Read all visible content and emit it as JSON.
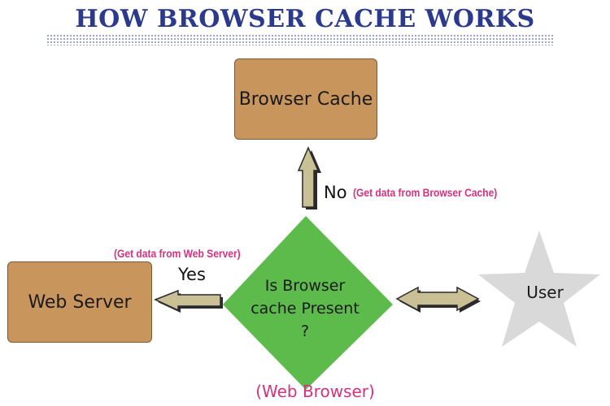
{
  "title": "HOW BROWSER CACHE WORKS",
  "nodes": {
    "browser_cache": "Browser Cache",
    "web_server": "Web Server",
    "decision": [
      "Is Browser",
      "cache Present",
      "?"
    ],
    "user": "User"
  },
  "edges": {
    "no_label": "No",
    "no_note": "(Get data from Browser Cache)",
    "yes_label": "Yes",
    "yes_note": "(Get data from Web Server)"
  },
  "footer_label": "(Web Browser)",
  "colors": {
    "title": "#2b3a8c",
    "box_fill": "#c8955c",
    "diamond_fill": "#5dbb4c",
    "star_fill": "#d9d9d9",
    "arrow_fill": "#c9c096",
    "note_text": "#d6317f"
  }
}
